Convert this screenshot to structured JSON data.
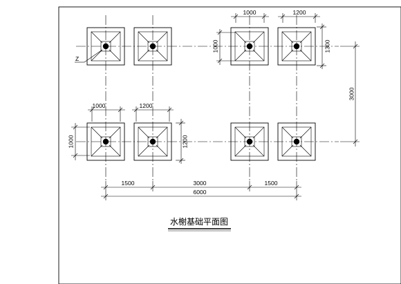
{
  "drawing": {
    "title": "水榭基础平面图",
    "callout_label": "Z"
  },
  "dimensions": {
    "top_width_left": "1000",
    "top_width_right": "1200",
    "top_inner_height": "1000",
    "top_outer_height": "1300",
    "row_spacing": "3000",
    "mid_width_left": "1000",
    "mid_width_right": "1200",
    "bottom_inner_height": "1000",
    "bottom_outer_height": "1200",
    "span_left": "1500",
    "span_middle": "3000",
    "span_right": "1500",
    "span_total": "6000"
  }
}
